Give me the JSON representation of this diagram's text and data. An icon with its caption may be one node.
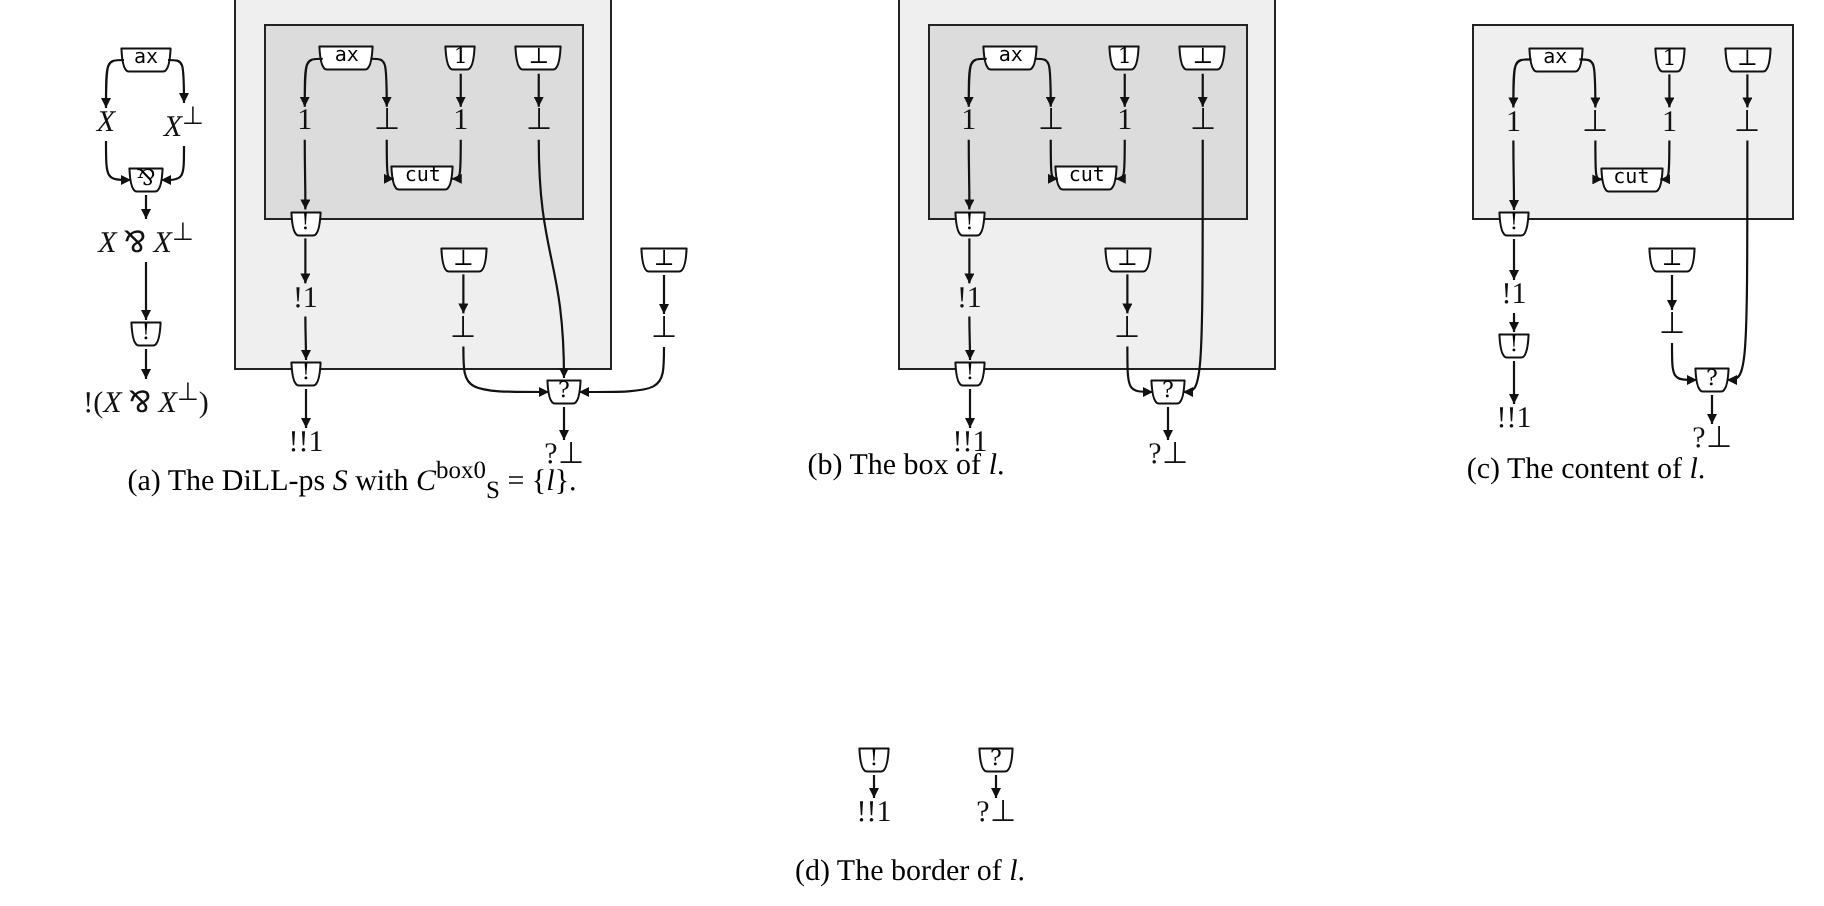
{
  "diagram": {
    "nodes": [
      {
        "text": [
          "ax"
        ]
      },
      {
        "text": [
          "X"
        ]
      },
      {
        "text": [
          "*X*$^{⊥}$"
        ]
      },
      {
        "text": [
          "⅋"
        ]
      },
      {
        "text": [
          "*X* ⅋ *X*$^{⊥}$"
        ]
      },
      {
        "text": [
          "!"
        ]
      },
      {
        "text": [
          "!(*X* ⅋ *X*$^{⊥}$)"
        ]
      },
      {
        "text": [],
        "shape": "box"
      },
      {
        "text": [],
        "shape": "box",
        "in": 7
      },
      {
        "text": [
          "ax"
        ],
        "in": 8
      },
      {
        "text": [
          "1"
        ],
        "in": 8
      },
      {
        "text": [
          "⊥"
        ],
        "in": 8
      },
      {
        "text": [
          "1"
        ],
        "in": 8
      },
      {
        "text": [
          "⊥"
        ],
        "in": 8
      },
      {
        "text": [
          "1"
        ],
        "in": 8
      },
      {
        "text": [
          "⊥"
        ],
        "in": 8
      },
      {
        "text": [
          "cut"
        ],
        "in": 8
      },
      {
        "text": [
          "!"
        ],
        "in": 7
      },
      {
        "text": [
          "!1"
        ],
        "in": 7
      },
      {
        "text": [
          "⊥"
        ],
        "in": 7
      },
      {
        "text": [
          "!"
        ]
      },
      {
        "text": [
          "⊥"
        ],
        "in": 7
      },
      {
        "text": [
          "⊥"
        ]
      },
      {
        "text": [
          "⊥"
        ]
      },
      {
        "text": [
          "?"
        ]
      },
      {
        "text": [
          "!!1"
        ]
      },
      {
        "text": [
          "?⊥"
        ]
      },
      {
        "text": [],
        "shape": "box"
      },
      {
        "text": [],
        "shape": "box",
        "in": 27
      },
      {
        "text": [
          "ax"
        ],
        "in": 28
      },
      {
        "text": [
          "1"
        ],
        "in": 28
      },
      {
        "text": [
          "⊥"
        ],
        "in": 28
      },
      {
        "text": [
          "1"
        ],
        "in": 28
      },
      {
        "text": [
          "⊥"
        ],
        "in": 28
      },
      {
        "text": [
          "1"
        ],
        "in": 28
      },
      {
        "text": [
          "⊥"
        ],
        "in": 28
      },
      {
        "text": [
          "cut"
        ],
        "in": 28
      },
      {
        "text": [
          "!"
        ],
        "in": 27
      },
      {
        "text": [
          "!1"
        ],
        "in": 27
      },
      {
        "text": [
          "⊥"
        ],
        "in": 27
      },
      {
        "text": [
          "⊥"
        ],
        "in": 27
      },
      {
        "text": [
          "!"
        ]
      },
      {
        "text": [
          "?"
        ]
      },
      {
        "text": [
          "!!1"
        ]
      },
      {
        "text": [
          "?⊥"
        ]
      },
      {
        "text": [],
        "shape": "box"
      },
      {
        "text": [
          "ax"
        ],
        "in": 45
      },
      {
        "text": [
          "1"
        ],
        "in": 45
      },
      {
        "text": [
          "⊥"
        ],
        "in": 45
      },
      {
        "text": [
          "1"
        ],
        "in": 45
      },
      {
        "text": [
          "⊥"
        ],
        "in": 45
      },
      {
        "text": [
          "1"
        ],
        "in": 45
      },
      {
        "text": [
          "⊥"
        ],
        "in": 45
      },
      {
        "text": [
          "cut"
        ],
        "in": 45
      },
      {
        "text": [
          "!"
        ]
      },
      {
        "text": [
          "!1"
        ]
      },
      {
        "text": [
          "⊥"
        ]
      },
      {
        "text": [
          "!"
        ]
      },
      {
        "text": [
          "⊥"
        ]
      },
      {
        "text": [
          "?"
        ]
      },
      {
        "text": [
          "!!1"
        ]
      },
      {
        "text": [
          "?⊥"
        ]
      },
      {
        "text": [
          "!"
        ]
      },
      {
        "text": [
          "?"
        ]
      },
      {
        "text": [
          "!!1"
        ]
      },
      {
        "text": [
          "?⊥"
        ]
      }
    ],
    "edges": [
      {
        "from": 0,
        "to": 1,
        "arrow": "to"
      },
      {
        "from": 0,
        "to": 2,
        "arrow": "to"
      },
      {
        "from": 1,
        "to": 3,
        "arrow": "to"
      },
      {
        "from": 2,
        "to": 3,
        "arrow": "to"
      },
      {
        "from": 3,
        "to": 4,
        "arrow": "to"
      },
      {
        "from": 4,
        "to": 5,
        "arrow": "to"
      },
      {
        "from": 5,
        "to": 6,
        "arrow": "to"
      },
      {
        "from": 9,
        "to": 12,
        "arrow": "to"
      },
      {
        "from": 9,
        "to": 13,
        "arrow": "to"
      },
      {
        "from": 10,
        "to": 14,
        "arrow": "to"
      },
      {
        "from": 11,
        "to": 15,
        "arrow": "to"
      },
      {
        "from": 13,
        "to": 16,
        "arrow": "to"
      },
      {
        "from": 14,
        "to": 16,
        "arrow": "to"
      },
      {
        "from": 12,
        "to": 17,
        "arrow": "to"
      },
      {
        "from": 17,
        "to": 18,
        "arrow": "to"
      },
      {
        "from": 18,
        "to": 20,
        "arrow": "to"
      },
      {
        "from": 20,
        "to": 25,
        "arrow": "to"
      },
      {
        "from": 19,
        "to": 21,
        "arrow": "to"
      },
      {
        "from": 21,
        "to": 24,
        "arrow": "to"
      },
      {
        "from": 22,
        "to": 23,
        "arrow": "to"
      },
      {
        "from": 23,
        "to": 24,
        "arrow": "to"
      },
      {
        "from": 15,
        "to": 24,
        "arrow": "to"
      },
      {
        "from": 24,
        "to": 26,
        "arrow": "to"
      },
      {
        "from": 29,
        "to": 32,
        "arrow": "to"
      },
      {
        "from": 29,
        "to": 33,
        "arrow": "to"
      },
      {
        "from": 30,
        "to": 34,
        "arrow": "to"
      },
      {
        "from": 31,
        "to": 35,
        "arrow": "to"
      },
      {
        "from": 33,
        "to": 36,
        "arrow": "to"
      },
      {
        "from": 34,
        "to": 36,
        "arrow": "to"
      },
      {
        "from": 32,
        "to": 37,
        "arrow": "to"
      },
      {
        "from": 37,
        "to": 38,
        "arrow": "to"
      },
      {
        "from": 38,
        "to": 41,
        "arrow": "to"
      },
      {
        "from": 41,
        "to": 43,
        "arrow": "to"
      },
      {
        "from": 39,
        "to": 40,
        "arrow": "to"
      },
      {
        "from": 40,
        "to": 42,
        "arrow": "to"
      },
      {
        "from": 35,
        "to": 42,
        "arrow": "to"
      },
      {
        "from": 42,
        "to": 44,
        "arrow": "to"
      },
      {
        "from": 46,
        "to": 49,
        "arrow": "to"
      },
      {
        "from": 46,
        "to": 50,
        "arrow": "to"
      },
      {
        "from": 47,
        "to": 51,
        "arrow": "to"
      },
      {
        "from": 48,
        "to": 52,
        "arrow": "to"
      },
      {
        "from": 50,
        "to": 53,
        "arrow": "to"
      },
      {
        "from": 51,
        "to": 53,
        "arrow": "to"
      },
      {
        "from": 49,
        "to": 54,
        "arrow": "to"
      },
      {
        "from": 54,
        "to": 55,
        "arrow": "to"
      },
      {
        "from": 55,
        "to": 57,
        "arrow": "to"
      },
      {
        "from": 57,
        "to": 60,
        "arrow": "to"
      },
      {
        "from": 56,
        "to": 58,
        "arrow": "to"
      },
      {
        "from": 58,
        "to": 59,
        "arrow": "to"
      },
      {
        "from": 52,
        "to": 59,
        "arrow": "to"
      },
      {
        "from": 59,
        "to": 61,
        "arrow": "to"
      },
      {
        "from": 62,
        "to": 64,
        "arrow": "to"
      },
      {
        "from": 63,
        "to": 65,
        "arrow": "to"
      }
    ],
    "labels": [
      "(a) The DiLL-ps *S* with *C*$^{box0}$$_{S}$ = {*l*}.",
      "(b) The box of *l*.",
      "(c) The content of *l*.",
      "(d) The border of *l*."
    ]
  }
}
